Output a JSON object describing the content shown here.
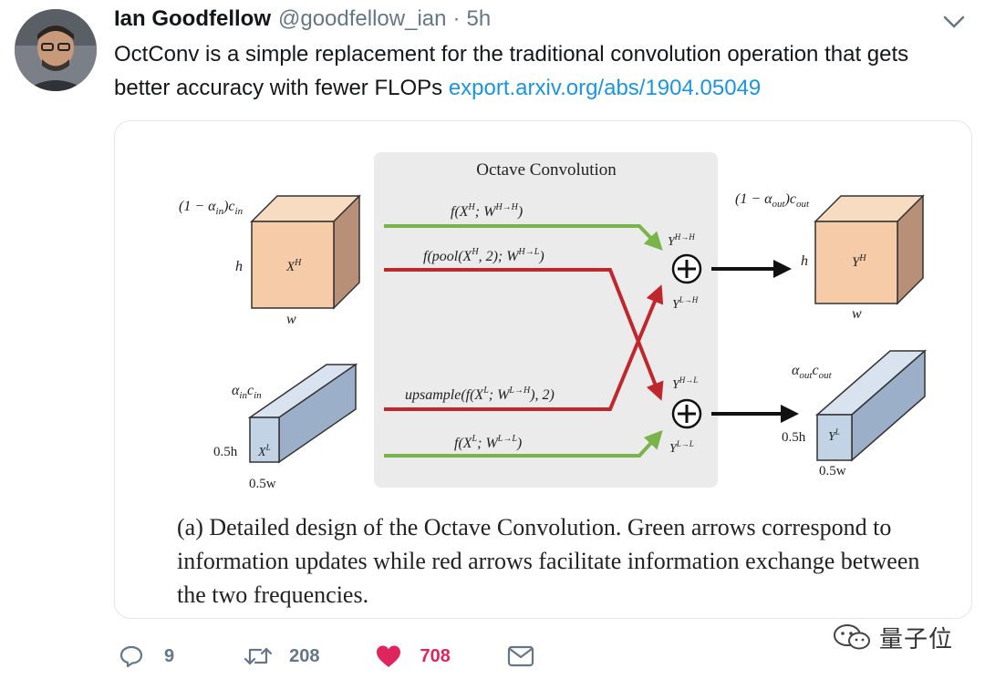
{
  "tweet": {
    "author": {
      "display_name": "Ian Goodfellow",
      "handle": "@goodfellow_ian",
      "separator": "·",
      "time": "5h",
      "avatar": "user-photo-avatar"
    },
    "text": "OctConv is a simple replacement for the traditional convolution operation that gets better accuracy with fewer FLOPs",
    "link_text": "export.arxiv.org/abs/1904.05049",
    "actions": {
      "reply_count": "9",
      "retweet_count": "208",
      "like_count": "708",
      "reply_icon": "reply-icon",
      "retweet_icon": "retweet-icon",
      "like_icon": "heart-icon",
      "dm_icon": "envelope-icon"
    }
  },
  "figure": {
    "title": "Octave Convolution",
    "input_high_channels": "(1 − α",
    "input_high_sub1": "in",
    "input_high_sub2": "in",
    "input_high_c": ")c",
    "h_label": "h",
    "w_label": "w",
    "xh_label": "X",
    "xh_sup": "H",
    "input_low_alpha": "α",
    "input_low_sub1": "in",
    "input_low_c": "c",
    "input_low_sub2": "in",
    "half_h": "0.5h",
    "half_w": "0.5w",
    "xl_label": "X",
    "xl_sup": "L",
    "op_hh": "f(X",
    "op_hh_sup1": "H",
    "op_hh_mid": "; W",
    "op_hh_sup2": "H→H",
    "op_hh_end": ")",
    "op_hl": "f(pool(X",
    "op_hl_sup1": "H",
    "op_hl_mid": ", 2); W",
    "op_hl_sup2": "H→L",
    "op_hl_end": ")",
    "op_lh": "upsample(f(X",
    "op_lh_sup1": "L",
    "op_lh_mid": "; W",
    "op_lh_sup2": "L→H",
    "op_lh_end": "), 2)",
    "op_ll": "f(X",
    "op_ll_sup1": "L",
    "op_ll_mid": "; W",
    "op_ll_sup2": "L→L",
    "op_ll_end": ")",
    "y_hh": "Y",
    "y_hh_sup": "H→H",
    "y_lh": "Y",
    "y_lh_sup": "L→H",
    "y_hl": "Y",
    "y_hl_sup": "H→L",
    "y_ll": "Y",
    "y_ll_sup": "L→L",
    "output_high_channels": "(1 − α",
    "output_high_sub1": "out",
    "output_high_c": ")c",
    "output_high_sub2": "out",
    "yh_label": "Y",
    "yh_sup": "H",
    "output_low_alpha": "α",
    "output_low_sub1": "out",
    "output_low_c": "c",
    "output_low_sub2": "out",
    "yl_label": "Y",
    "yl_sup": "L",
    "caption": "(a) Detailed design of the Octave Convolution. Green arrows correspond to information updates while red arrows facilitate information exchange between the two frequencies.",
    "colors": {
      "green": "#78b44a",
      "red": "#c0272d",
      "high_face": "#f5cba8",
      "low_face": "#c3d3e6",
      "panel": "#ebebeb"
    }
  },
  "watermark": {
    "text": "量子位",
    "icon": "wechat-icon"
  }
}
